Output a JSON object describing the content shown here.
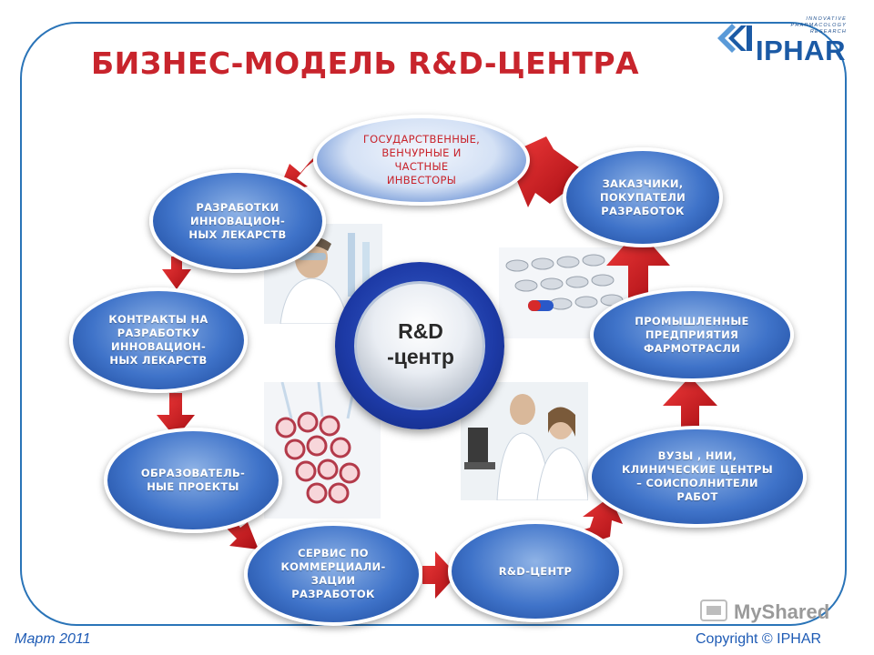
{
  "title": "БИЗНЕС-МОДЕЛЬ R&D-ЦЕНТРА",
  "logo": {
    "tagline": "INNOVATIVE PHARMACOLOGY RESEARCH",
    "wordmark": "IPHAR"
  },
  "hub": {
    "label": "R&D\n-центр"
  },
  "nodes": [
    {
      "id": "investors",
      "label": "ГОСУДАРСТВЕННЫЕ,\nВЕНЧУРНЫЕ И\nЧАСТНЫЕ\nИНВЕСТОРЫ"
    },
    {
      "id": "customers",
      "label": "ЗАКАЗЧИКИ,\nПОКУПАТЕЛИ\nРАЗРАБОТОК"
    },
    {
      "id": "pharma",
      "label": "ПРОМЫШЛЕННЫЕ\nПРЕДПРИЯТИЯ\nФАРМОТРАСЛИ"
    },
    {
      "id": "universities",
      "label": "ВУЗЫ , НИИ,\nКЛИНИЧЕСКИЕ ЦЕНТРЫ\n– СОИСПОЛНИТЕЛИ\nРАБОТ"
    },
    {
      "id": "rd-center",
      "label": "R&D-ЦЕНТР"
    },
    {
      "id": "commercialization",
      "label": "СЕРВИС ПО\nКОММЕРЦИАЛИ-\nЗАЦИИ\nРАЗРАБОТОК"
    },
    {
      "id": "education",
      "label": "ОБРАЗОВАТЕЛЬ-\nНЫЕ ПРОЕКТЫ"
    },
    {
      "id": "contracts",
      "label": "КОНТРАКТЫ НА\nРАЗРАБОТКУ\nИННОВАЦИОН-\nНЫХ ЛЕКАРСТВ"
    },
    {
      "id": "development",
      "label": "РАЗРАБОТКИ\nИННОВАЦИОН-\nНЫХ ЛЕКАРСТВ"
    }
  ],
  "colors": {
    "title": "#c8242c",
    "frame": "#2a74b8",
    "node": "#3f73c9",
    "arrow": "#d4141b",
    "hub": "#1d3aa6"
  },
  "footer": {
    "date": "Март 2011",
    "copyright": "Copyright © IPHAR"
  },
  "watermark": "MyShared"
}
